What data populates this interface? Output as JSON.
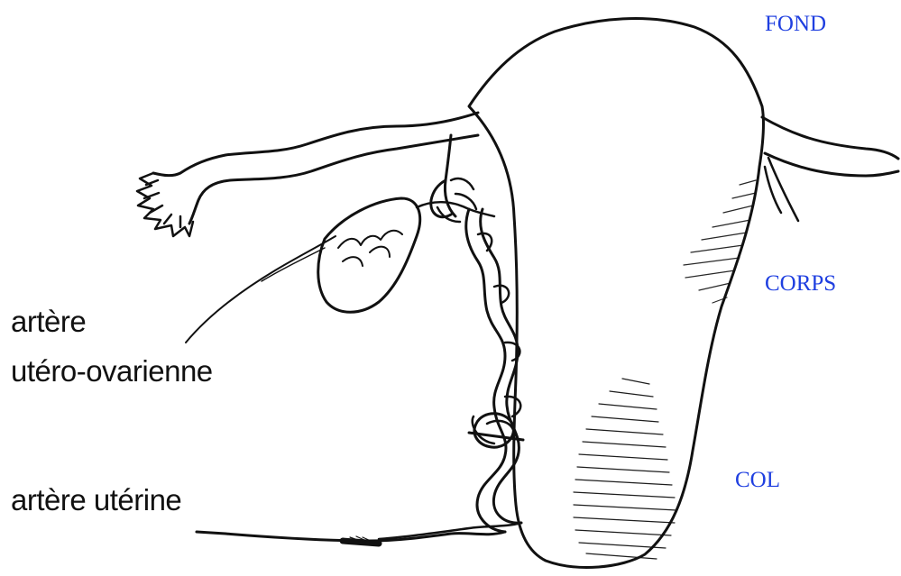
{
  "labels": {
    "fond": "FOND",
    "corps": "CORPS",
    "col": "COL",
    "utero_ovarienne_line1": "artère",
    "utero_ovarienne_line2": "utéro-ovarienne",
    "uterine": "artère utérine"
  },
  "colors": {
    "region_labels": "#1f3fe0",
    "artery_labels": "#111111",
    "ink": "#111111"
  }
}
